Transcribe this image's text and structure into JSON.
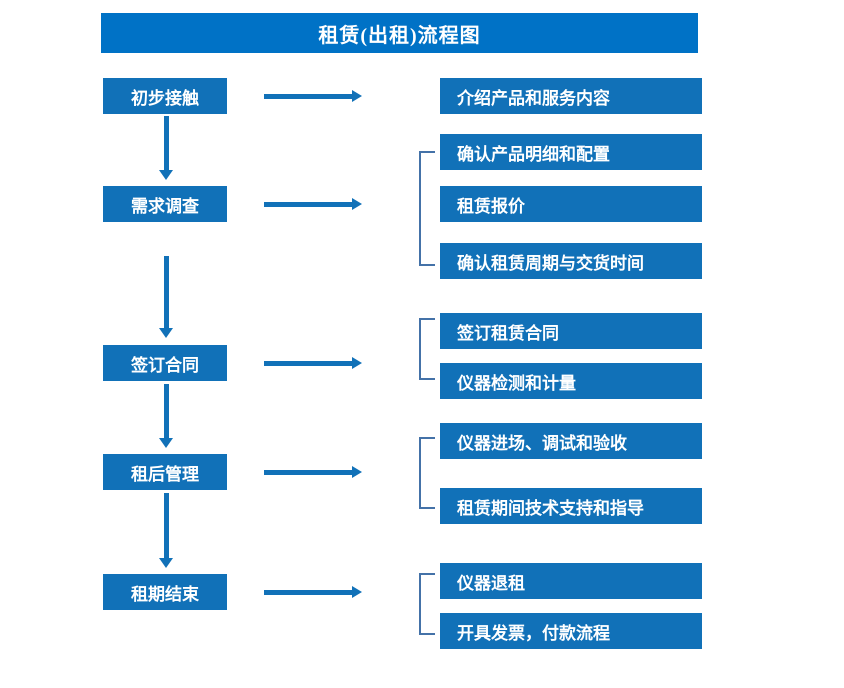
{
  "title": {
    "text": "租赁(出租)流程图"
  },
  "colors": {
    "banner_blue": "#0072C6",
    "box_blue": "#1171B8",
    "arrow_blue": "#1171B8",
    "bracket_blue": "#4472A8",
    "text_white": "#FFFFFF",
    "background": "#FFFFFF"
  },
  "stages": [
    {
      "label": "初步接触"
    },
    {
      "label": "需求调查"
    },
    {
      "label": "签订合同"
    },
    {
      "label": "租后管理"
    },
    {
      "label": "租期结束"
    }
  ],
  "details": [
    {
      "label": "介绍产品和服务内容"
    },
    {
      "label": "确认产品明细和配置"
    },
    {
      "label": "租赁报价"
    },
    {
      "label": "确认租赁周期与交货时间"
    },
    {
      "label": "签订租赁合同"
    },
    {
      "label": "仪器检测和计量"
    },
    {
      "label": "仪器进场、调试和验收"
    },
    {
      "label": "租赁期间技术支持和指导"
    },
    {
      "label": "仪器退租"
    },
    {
      "label": "开具发票，付款流程"
    }
  ]
}
